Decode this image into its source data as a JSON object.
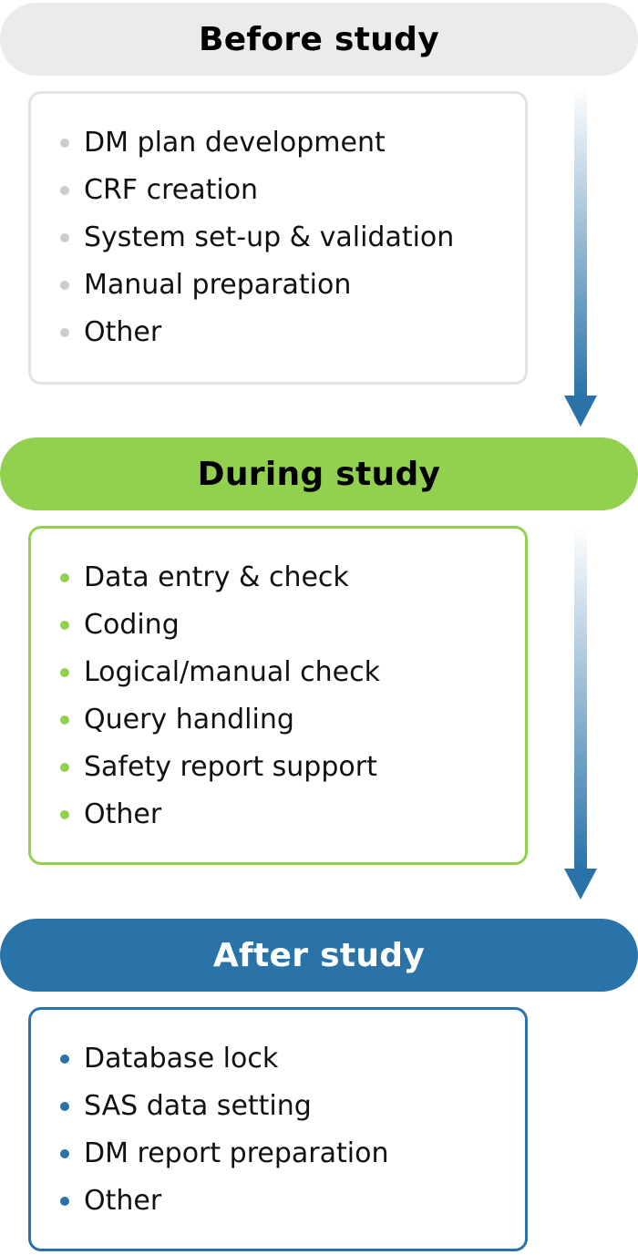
{
  "stages": [
    {
      "title": "Before study",
      "items": [
        "DM plan development",
        "CRF creation",
        "System set-up & validation",
        "Manual preparation",
        "Other"
      ]
    },
    {
      "title": "During study",
      "items": [
        "Data entry & check",
        "Coding",
        "Logical/manual check",
        "Query handling",
        "Safety report support",
        "Other"
      ]
    },
    {
      "title": "After study",
      "items": [
        "Database lock",
        "SAS data setting",
        "DM report preparation",
        "Other"
      ]
    }
  ],
  "colors": {
    "before_header": "#ebebeb",
    "before_border": "#e3e3e3",
    "during_accent": "#92d050",
    "after_accent": "#2a73a8",
    "arrow_gradient_start": "#ffffff",
    "arrow_gradient_end": "#2a73a8"
  }
}
